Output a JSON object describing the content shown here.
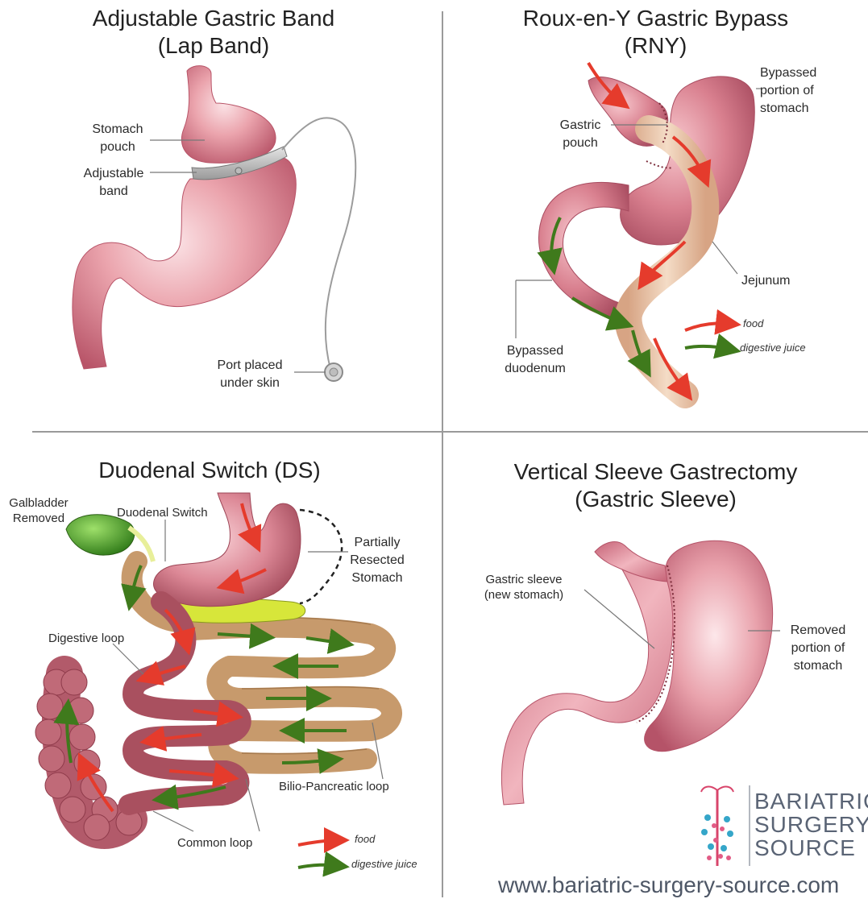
{
  "panels": {
    "lap_band": {
      "title_line1": "Adjustable Gastric Band",
      "title_line2": "(Lap Band)",
      "labels": {
        "stomach_pouch_1": "Stomach",
        "stomach_pouch_2": "pouch",
        "adjustable_band_1": "Adjustable",
        "adjustable_band_2": "band",
        "port_1": "Port placed",
        "port_2": "under skin"
      }
    },
    "rny": {
      "title_line1": "Roux-en-Y Gastric Bypass",
      "title_line2": "(RNY)",
      "labels": {
        "bypassed_stomach_1": "Bypassed",
        "bypassed_stomach_2": "portion of",
        "bypassed_stomach_3": "stomach",
        "gastric_pouch_1": "Gastric",
        "gastric_pouch_2": "pouch",
        "jejunum": "Jejunum",
        "bypassed_duodenum_1": "Bypassed",
        "bypassed_duodenum_2": "duodenum"
      },
      "legend": {
        "food": "food",
        "digestive_juice": "digestive juice"
      }
    },
    "ds": {
      "title": "Duodenal Switch (DS)",
      "labels": {
        "gallbladder_1": "Galbladder",
        "gallbladder_2": "Removed",
        "duodenal_switch": "Duodenal Switch",
        "partially_1": "Partially",
        "partially_2": "Resected",
        "partially_3": "Stomach",
        "digestive_loop": "Digestive loop",
        "bilio_pancreatic_loop": "Bilio-Pancreatic loop",
        "common_loop": "Common loop"
      },
      "legend": {
        "food": "food",
        "digestive_juice": "digestive juice"
      }
    },
    "sleeve": {
      "title_line1": "Vertical Sleeve Gastrectomy",
      "title_line2": "(Gastric Sleeve)",
      "labels": {
        "gastric_sleeve_1": "Gastric sleeve",
        "gastric_sleeve_2": "(new stomach)",
        "removed_1": "Removed",
        "removed_2": "portion of",
        "removed_3": "stomach"
      }
    }
  },
  "brand": {
    "line1": "BARIATRIC",
    "line2": "SURGERY",
    "line3": "SOURCE",
    "url": "www.bariatric-surgery-source.com"
  },
  "colors": {
    "stomach": "#e6959f",
    "stomach_dark": "#b85468",
    "intestine_brown": "#c79a6c",
    "jejunum": "#e9c4a4",
    "food_arrow": "#e53b2c",
    "juice_arrow": "#3f7a1c",
    "gallbladder": "#4a9a2c",
    "divider": "#9a9a9a"
  }
}
